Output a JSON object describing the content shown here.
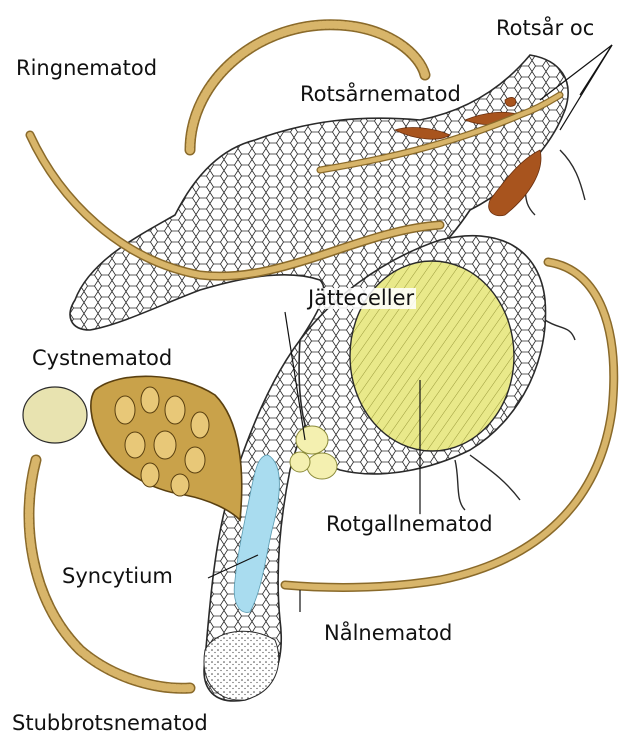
{
  "figure": {
    "labels": {
      "ring_nematode": "Ringnematod",
      "root_lesion_nematode": "Rotsårnematod",
      "root_lesion_cropped": "Rotsår oc",
      "giant_cells": "Jätteceller",
      "cyst_nematode": "Cystnematod",
      "root_knot_nematode": "Rotgallnematod",
      "syncytium": "Syncytium",
      "needle_nematode": "Nålnematod",
      "stubby_root_nematode": "Stubbrotsnematod"
    },
    "colors": {
      "nematode_body": "#d8b56a",
      "nematode_edge": "#8a6a2a",
      "root_tissue": "#ffffff",
      "cell_outline": "#2a2a2a",
      "gall_fill": "#e9e98a",
      "cyst_fill": "#c9a24a",
      "syncytium_fill": "#a9dcef",
      "lesion_fill": "#a8541e",
      "giant_cell_fill": "#f4f0b0"
    }
  }
}
